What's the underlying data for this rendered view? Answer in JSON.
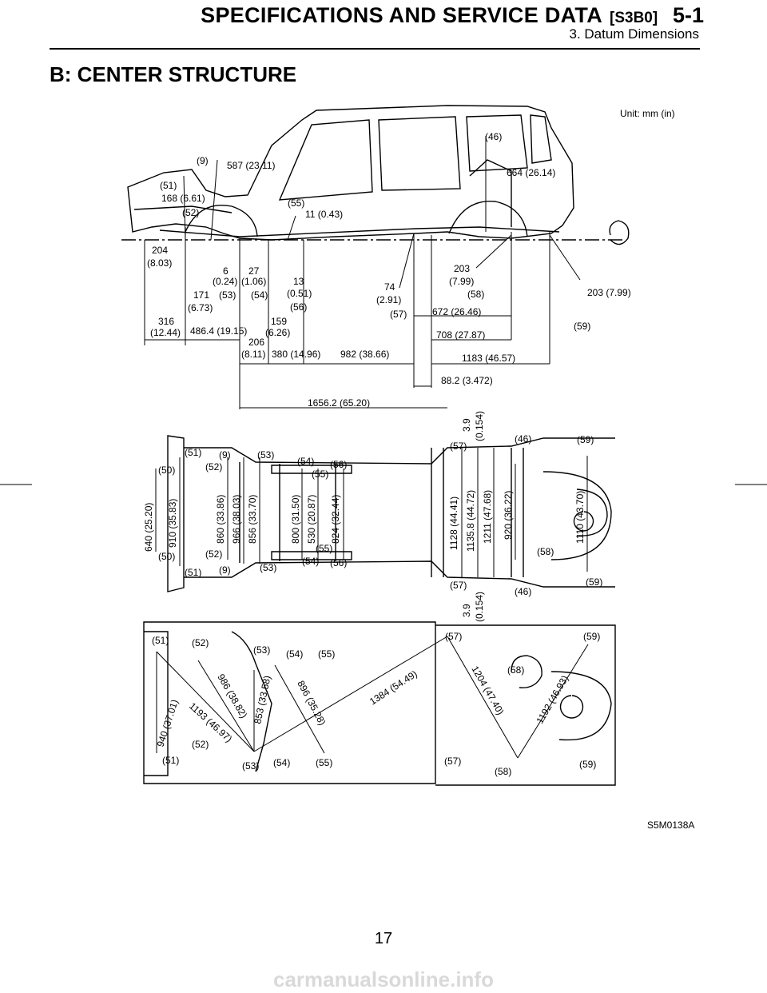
{
  "header": {
    "title": "SPECIFICATIONS AND SERVICE DATA",
    "code": "[S3B0]",
    "section_number": "5-1",
    "subtitle": "3. Datum Dimensions"
  },
  "section_title": "B: CENTER STRUCTURE",
  "figure": {
    "unit_label": "Unit: mm (in)",
    "figure_id": "S5M0138A",
    "side_view_labels": [
      "(9)",
      "587 (23.11)",
      "(51)",
      "168 (6.61)",
      "(52)",
      "(55)",
      "11 (0.43)",
      "(46)",
      "664 (26.14)",
      "204",
      "(8.03)",
      "6",
      "(0.24)",
      "27",
      "(1.06)",
      "13",
      "(0.51)",
      "(53)",
      "(54)",
      "(56)",
      "171",
      "(6.73)",
      "74",
      "(2.91)",
      "(57)",
      "203",
      "(7.99)",
      "(58)",
      "203 (7.99)",
      "(59)",
      "316",
      "(12.44)",
      "486.4 (19.15)",
      "159",
      "(6.26)",
      "206",
      "(8.11)",
      "380 (14.96)",
      "982 (38.66)",
      "672 (26.46)",
      "708 (27.87)",
      "1183 (46.57)",
      "88.2 (3.472)",
      "1656.2 (65.20)"
    ],
    "underbody_labels": [
      "3.9",
      "(0.154)",
      "(51)",
      "(9)",
      "(53)",
      "(54)",
      "(56)",
      "(50)",
      "(52)",
      "(55)",
      "(57)",
      "(46)",
      "(59)",
      "640 (25.20)",
      "910 (35.83)",
      "860 (33.86)",
      "966 (38.03)",
      "856 (33.70)",
      "800 (31.50)",
      "530 (20.87)",
      "824 (32.44)",
      "1128 (44.41)",
      "1135.8 (44.72)",
      "1211 (47.68)",
      "920 (36.22)",
      "1110 (43.70)",
      "(58)",
      "(50)",
      "(52)",
      "(55)",
      "(51)",
      "(9)",
      "(53)",
      "(54)",
      "(56)",
      "(57)",
      "(46)",
      "(59)",
      "3.9",
      "(0.154)"
    ],
    "diagonal_labels": [
      "(51)",
      "(52)",
      "(53)",
      "(54)",
      "(55)",
      "(57)",
      "(59)",
      "(58)",
      "940 (37.01)",
      "986 (38.82)",
      "1193 (46.97)",
      "853 (33.58)",
      "896 (35.28)",
      "1384 (54.49)",
      "1204 (47.40)",
      "1192 (46.93)",
      "(51)",
      "(52)",
      "(53)",
      "(54)",
      "(55)",
      "(57)",
      "(58)",
      "(59)"
    ]
  },
  "page_number": "17",
  "watermark": "carmanualsonline.info"
}
